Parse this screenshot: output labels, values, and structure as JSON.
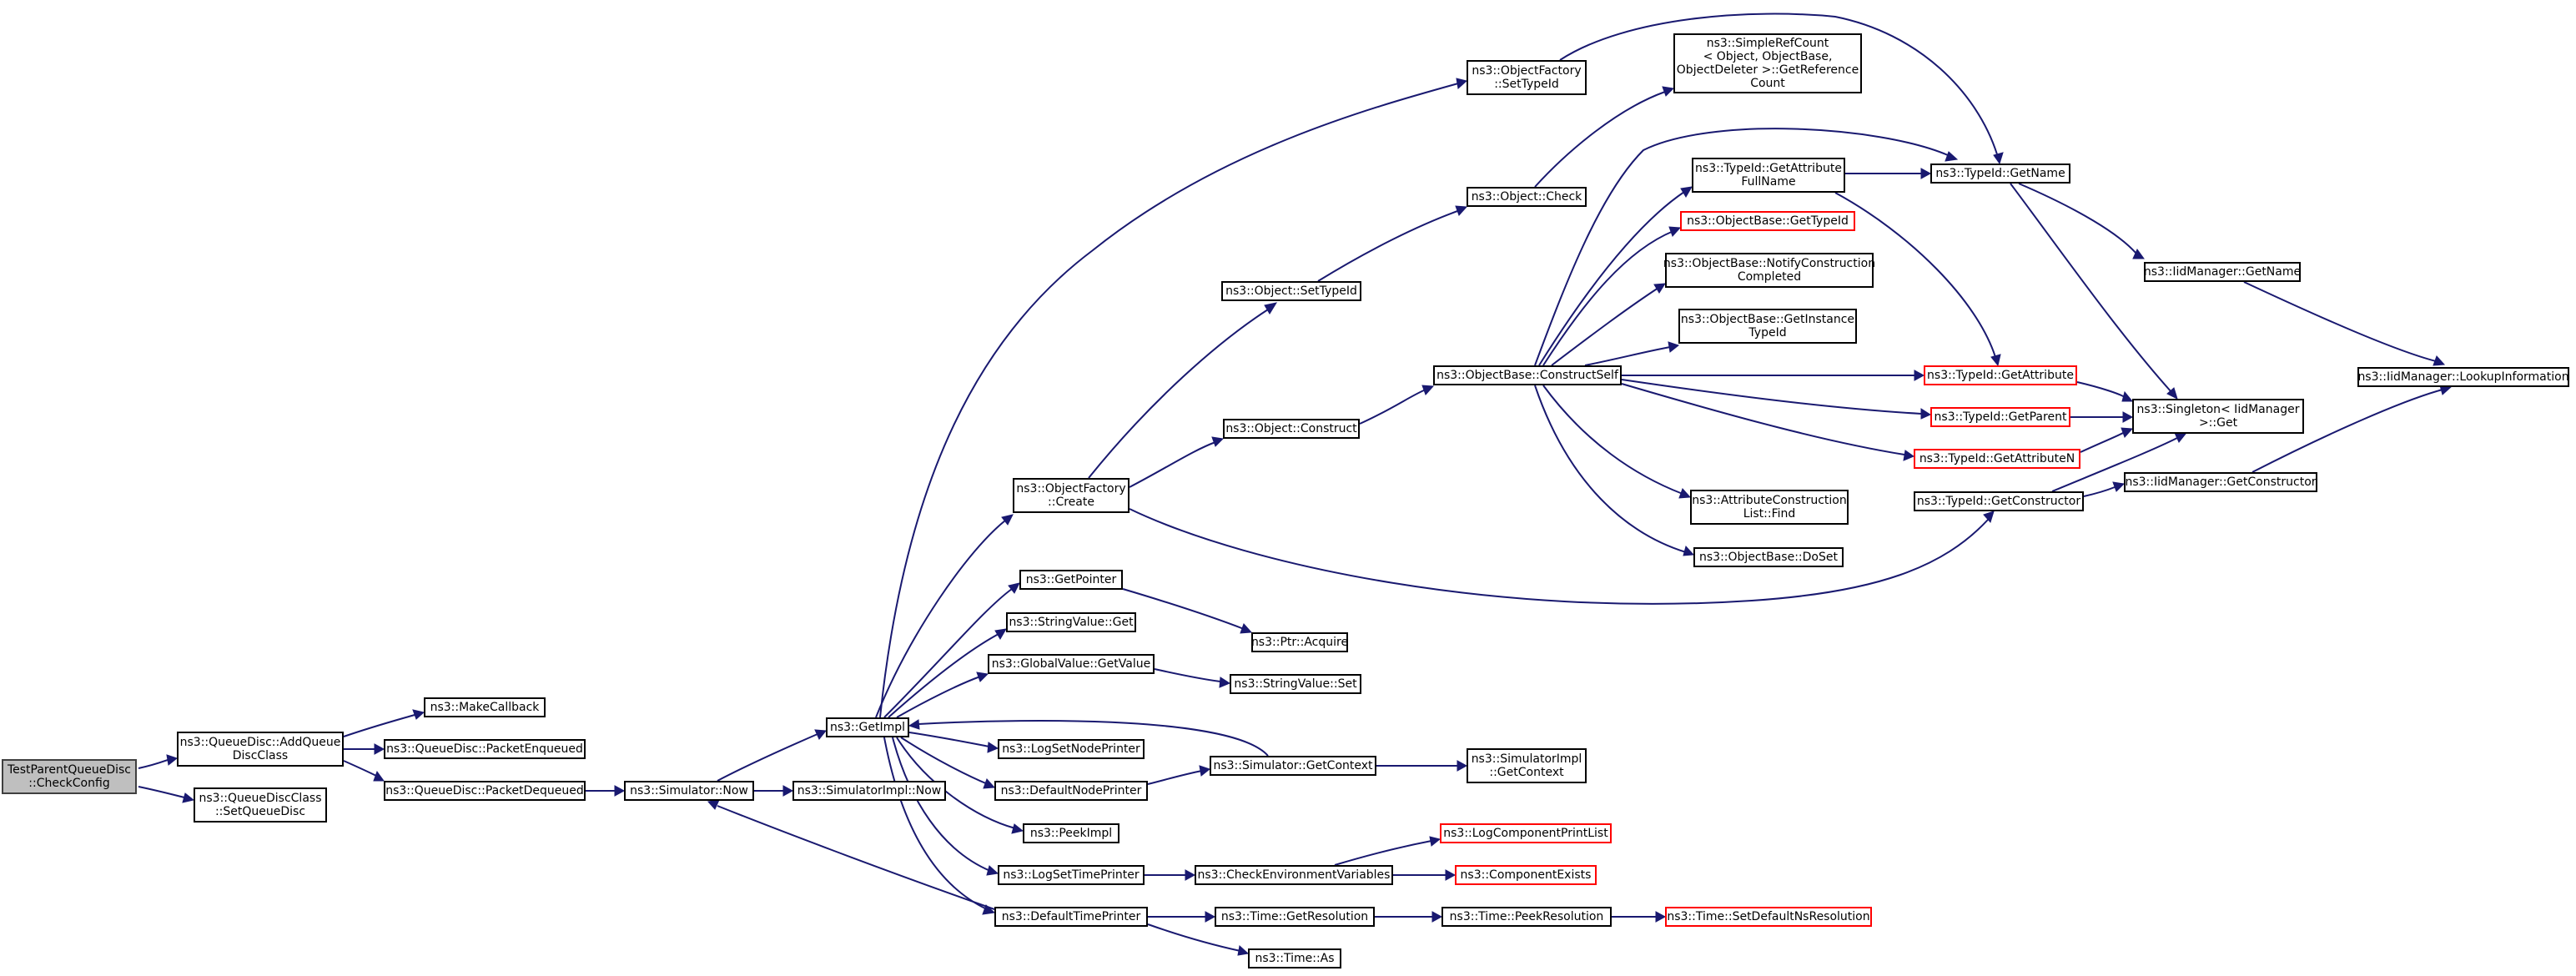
{
  "colors": {
    "edge": "#191970",
    "node_border": "#000000",
    "truncated_border": "#ff0000",
    "root_fill": "#bfbfbf",
    "background": "#ffffff"
  },
  "nodes": {
    "root": "TestParentQueueDisc\n::CheckConfig",
    "addQueueDiscClass": "ns3::QueueDisc::AddQueue\nDiscClass",
    "setQueueDisc": "ns3::QueueDiscClass\n::SetQueueDisc",
    "makeCallback": "ns3::MakeCallback",
    "packetEnqueued": "ns3::QueueDisc::PacketEnqueued",
    "packetDequeued": "ns3::QueueDisc::PacketDequeued",
    "simNow": "ns3::Simulator::Now",
    "simImplNow": "ns3::SimulatorImpl::Now",
    "getImpl": "ns3::GetImpl",
    "objFactoryCreate": "ns3::ObjectFactory\n::Create",
    "getPointer": "ns3::GetPointer",
    "stringValueGet": "ns3::StringValue::Get",
    "globalValueGetValue": "ns3::GlobalValue::GetValue",
    "logSetNodePrinter": "ns3::LogSetNodePrinter",
    "defaultNodePrinter": "ns3::DefaultNodePrinter",
    "peekImpl": "ns3::PeekImpl",
    "logSetTimePrinter": "ns3::LogSetTimePrinter",
    "defaultTimePrinter": "ns3::DefaultTimePrinter",
    "objFactorySetTypeId": "ns3::ObjectFactory\n::SetTypeId",
    "objectSetTypeId": "ns3::Object::SetTypeId",
    "objectConstruct": "ns3::Object::Construct",
    "ptrAcquire": "ns3::Ptr::Acquire",
    "stringValueSet": "ns3::StringValue::Set",
    "simGetContext": "ns3::Simulator::GetContext",
    "checkEnvVars": "ns3::CheckEnvironmentVariables",
    "timeGetResolution": "ns3::Time::GetResolution",
    "timeAs": "ns3::Time::As",
    "objectCheck": "ns3::Object::Check",
    "simpleRefCount": "ns3::SimpleRefCount\n< Object, ObjectBase,\nObjectDeleter >::GetReference\nCount",
    "constructSelf": "ns3::ObjectBase::ConstructSelf",
    "simImplGetContext": "ns3::SimulatorImpl\n::GetContext",
    "logComponentPrintList": "ns3::LogComponentPrintList",
    "componentExists": "ns3::ComponentExists",
    "timePeekResolution": "ns3::Time::PeekResolution",
    "typeIdGetAttributeFullName": "ns3::TypeId::GetAttribute\nFullName",
    "objBaseGetTypeId": "ns3::ObjectBase::GetTypeId",
    "notifyConstructionCompleted": "ns3::ObjectBase::NotifyConstruction\nCompleted",
    "getInstanceTypeId": "ns3::ObjectBase::GetInstance\nTypeId",
    "attrConstructionListFind": "ns3::AttributeConstruction\nList::Find",
    "objBaseDoSet": "ns3::ObjectBase::DoSet",
    "timeSetDefaultNsResolution": "ns3::Time::SetDefaultNsResolution",
    "typeIdGetName": "ns3::TypeId::GetName",
    "typeIdGetAttribute": "ns3::TypeId::GetAttribute",
    "typeIdGetParent": "ns3::TypeId::GetParent",
    "typeIdGetAttributeN": "ns3::TypeId::GetAttributeN",
    "typeIdGetConstructor": "ns3::TypeId::GetConstructor",
    "iidManagerGetName": "ns3::IidManager::GetName",
    "singletonGet": "ns3::Singleton< IidManager\n>::Get",
    "iidManagerGetConstructor": "ns3::IidManager::GetConstructor",
    "iidManagerLookupInformation": "ns3::IidManager::LookupInformation"
  }
}
